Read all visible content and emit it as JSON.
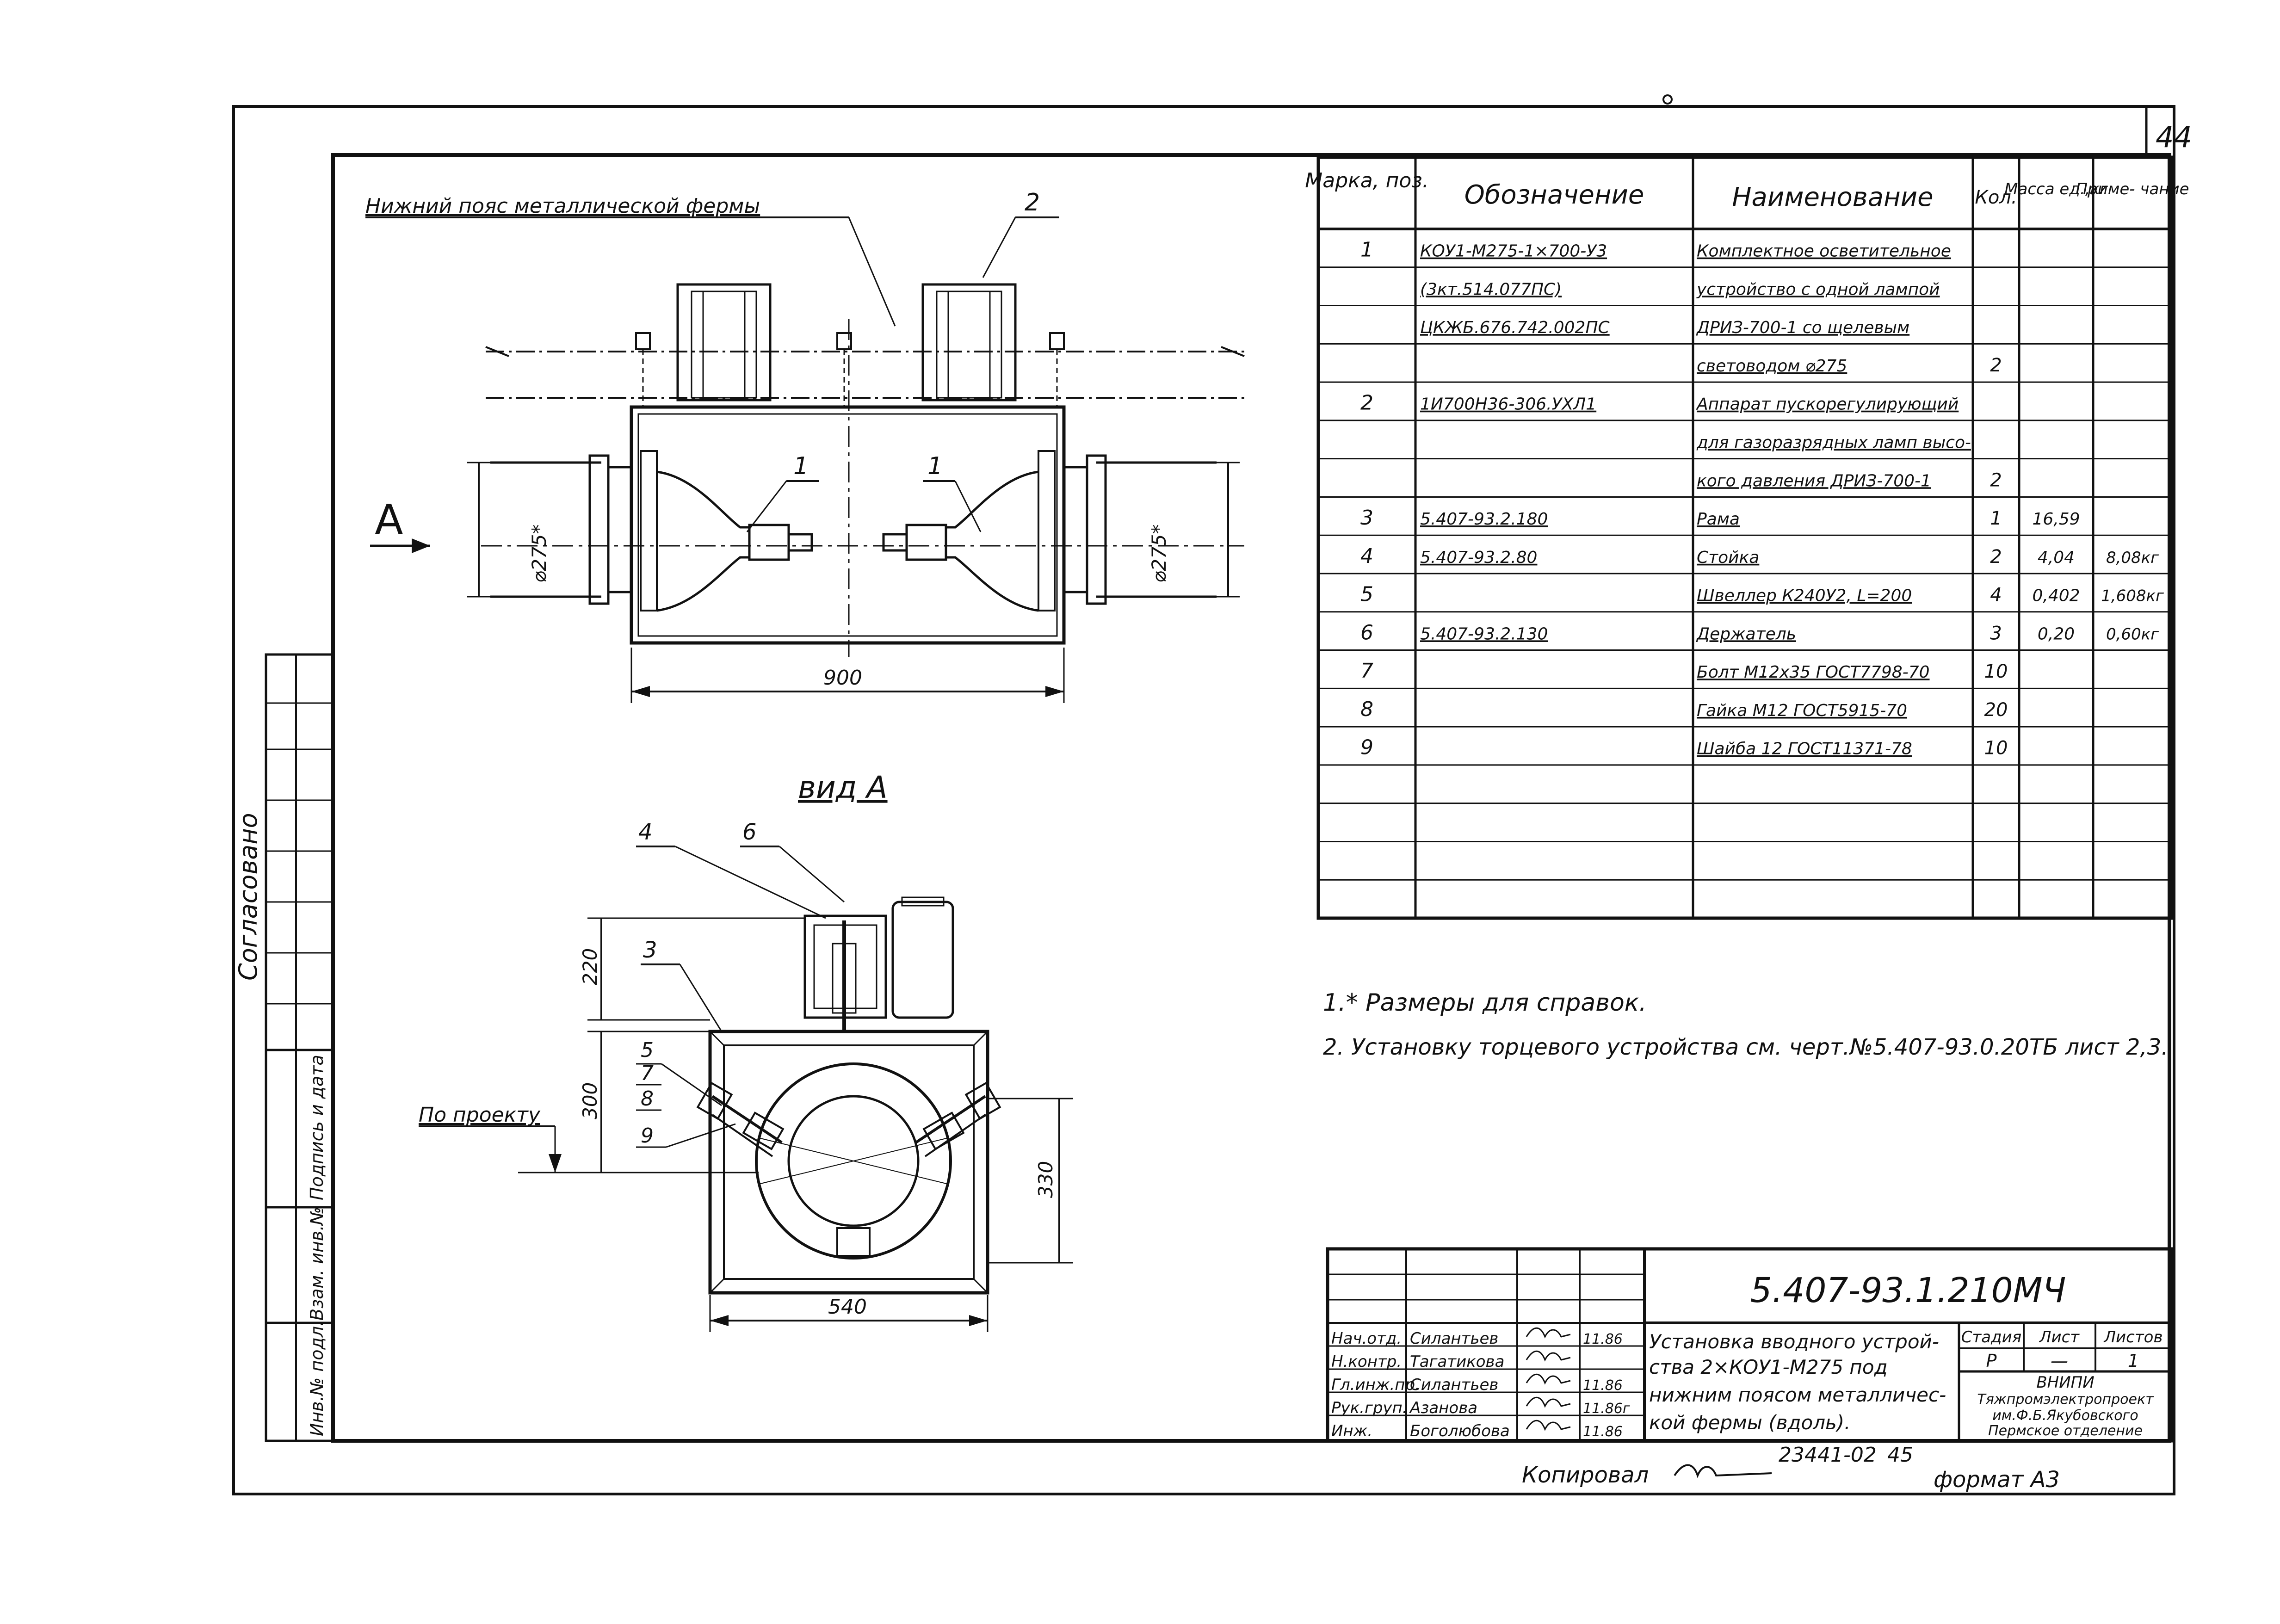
{
  "sheet_number": "44",
  "note_top": "Нижний пояс металлической фермы",
  "view_a_arrow": "A",
  "view_a_title": "вид A",
  "side_label_soglasovano": "Согласовано",
  "side_label_podpis": "Подпись и дата",
  "side_label_vzam": "Взам. инв.№",
  "side_label_inv": "Инв.№ подл.",
  "po_proektu": "По проекту",
  "dims": {
    "d275_left": "⌀275*",
    "d275_right": "⌀275*",
    "w900": "900",
    "h220": "220",
    "h300": "300",
    "h330": "330",
    "w540": "540"
  },
  "callouts": {
    "c1_left": "1",
    "c1_right": "1",
    "c2": "2",
    "c3": "3",
    "c4": "4",
    "c5": "5",
    "c6": "6",
    "c7": "7",
    "c8": "8",
    "c9": "9"
  },
  "spec_table": {
    "headers": {
      "mark": "Марка, поз.",
      "designation": "Обозначение",
      "name": "Наименование",
      "qty": "Кол.",
      "mass": "Масса ед.,кг",
      "note": "Приме- чание"
    },
    "rows": [
      [
        "1",
        "КОУ1-М275-1×700-У3",
        "Комплектное осветительное",
        "",
        "",
        ""
      ],
      [
        "",
        "(3кт.514.077ПС)",
        "устройство с одной лампой",
        "",
        "",
        ""
      ],
      [
        "",
        "ЦКЖБ.676.742.002ПС",
        "ДРИЗ-700-1 со щелевым",
        "",
        "",
        ""
      ],
      [
        "",
        "",
        "световодом ⌀275",
        "2",
        "",
        ""
      ],
      [
        "2",
        "1И700Н36-306.УХЛ1",
        "Аппарат пускорегулирующий",
        "",
        "",
        ""
      ],
      [
        "",
        "",
        "для газоразрядных ламп высо-",
        "",
        "",
        ""
      ],
      [
        "",
        "",
        "кого давления ДРИЗ-700-1",
        "2",
        "",
        ""
      ],
      [
        "3",
        "5.407-93.2.180",
        "Рама",
        "1",
        "16,59",
        ""
      ],
      [
        "4",
        "5.407-93.2.80",
        "Стойка",
        "2",
        "4,04",
        "8,08кг"
      ],
      [
        "5",
        "",
        "Швеллер К240У2, L=200",
        "4",
        "0,402",
        "1,608кг"
      ],
      [
        "6",
        "5.407-93.2.130",
        "Держатель",
        "3",
        "0,20",
        "0,60кг"
      ],
      [
        "7",
        "",
        "Болт М12х35 ГОСТ7798-70",
        "10",
        "",
        ""
      ],
      [
        "8",
        "",
        "Гайка М12 ГОСТ5915-70",
        "20",
        "",
        ""
      ],
      [
        "9",
        "",
        "Шайба 12 ГОСТ11371-78",
        "10",
        "",
        ""
      ],
      [
        "",
        "",
        "",
        "",
        "",
        ""
      ],
      [
        "",
        "",
        "",
        "",
        "",
        ""
      ],
      [
        "",
        "",
        "",
        "",
        "",
        ""
      ],
      [
        "",
        "",
        "",
        "",
        "",
        ""
      ]
    ]
  },
  "notes": [
    "1.* Размеры для справок.",
    "2. Установку торцевого устройства см. черт.№5.407-93.0.20ТБ лист 2,3."
  ],
  "title_block": {
    "code": "5.407-93.1.210МЧ",
    "title_lines": [
      "Установка вводного устрой-",
      "ства 2×КОУ1-М275 под",
      "нижним поясом металличес-",
      "кой фермы (вдоль)."
    ],
    "stage_label": "Стадия",
    "sheet_label": "Лист",
    "sheets_label": "Листов",
    "stage": "Р",
    "sheet": "—",
    "sheets": "1",
    "org_lines": [
      "ВНИПИ",
      "Тяжпромэлектропроект",
      "им.Ф.Б.Якубовского",
      "Пермское отделение"
    ],
    "signers": [
      {
        "role": "Нач.отд.",
        "name": "Силантьев",
        "date": "11.86"
      },
      {
        "role": "Н.контр.",
        "name": "Тагатикова",
        "date": ""
      },
      {
        "role": "Гл.инж.пр.",
        "name": "Силантьев",
        "date": "11.86"
      },
      {
        "role": "Рук.груп.",
        "name": "Азанова",
        "date": "11.86г"
      },
      {
        "role": "Инж.",
        "name": "Боголюбова",
        "date": "11.86"
      }
    ]
  },
  "footer": {
    "copied": "Копировал",
    "doc_number": "23441-02",
    "page": "45",
    "format": "формат А3"
  }
}
